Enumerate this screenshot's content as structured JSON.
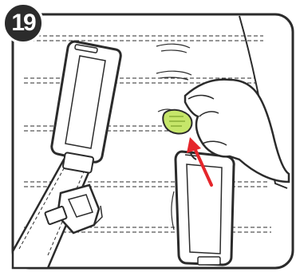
{
  "step": {
    "number": "19"
  },
  "icons": {
    "badge": "step-number-badge",
    "arrow": "insert-direction-arrow",
    "clip": "chest-clip-icon",
    "hand": "hand-icon"
  },
  "colors": {
    "line": "#2b2b2b",
    "arrow": "#e5262b",
    "clip_highlight": "#c6e66a",
    "seat_fill": "#ffffff",
    "background": "#ffffff"
  }
}
